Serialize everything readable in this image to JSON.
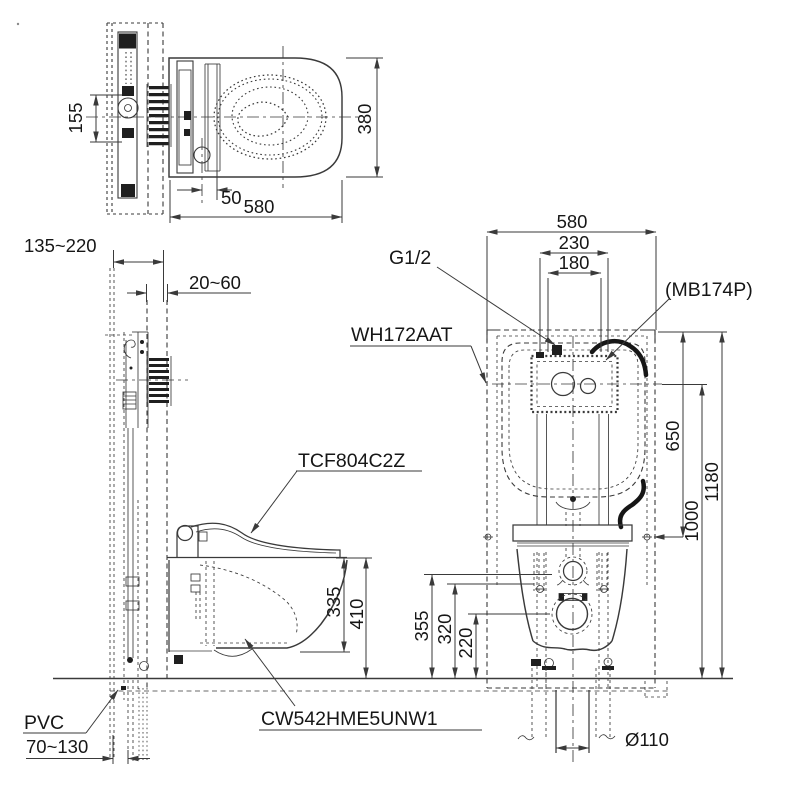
{
  "drawing": {
    "plan": {
      "d155": "155",
      "d380": "380",
      "d50": "50",
      "d580": "580"
    },
    "side": {
      "wall_range": "135~220",
      "gap_range": "20~60",
      "seat_model": "TCF804C2Z",
      "d335": "335",
      "d410": "410",
      "pvc": "PVC",
      "pipe_range": "70~130",
      "bowl_model": "CW542HME5UNW1"
    },
    "front": {
      "d580": "580",
      "d230": "230",
      "d180": "180",
      "supply": "G1/2",
      "hose_model": "(MB174P)",
      "frame_model": "WH172AAT",
      "d650": "650",
      "d1000": "1000",
      "d1180": "1180",
      "d355": "355",
      "d320": "320",
      "d220": "220",
      "drain_dia": "Ø110"
    }
  }
}
